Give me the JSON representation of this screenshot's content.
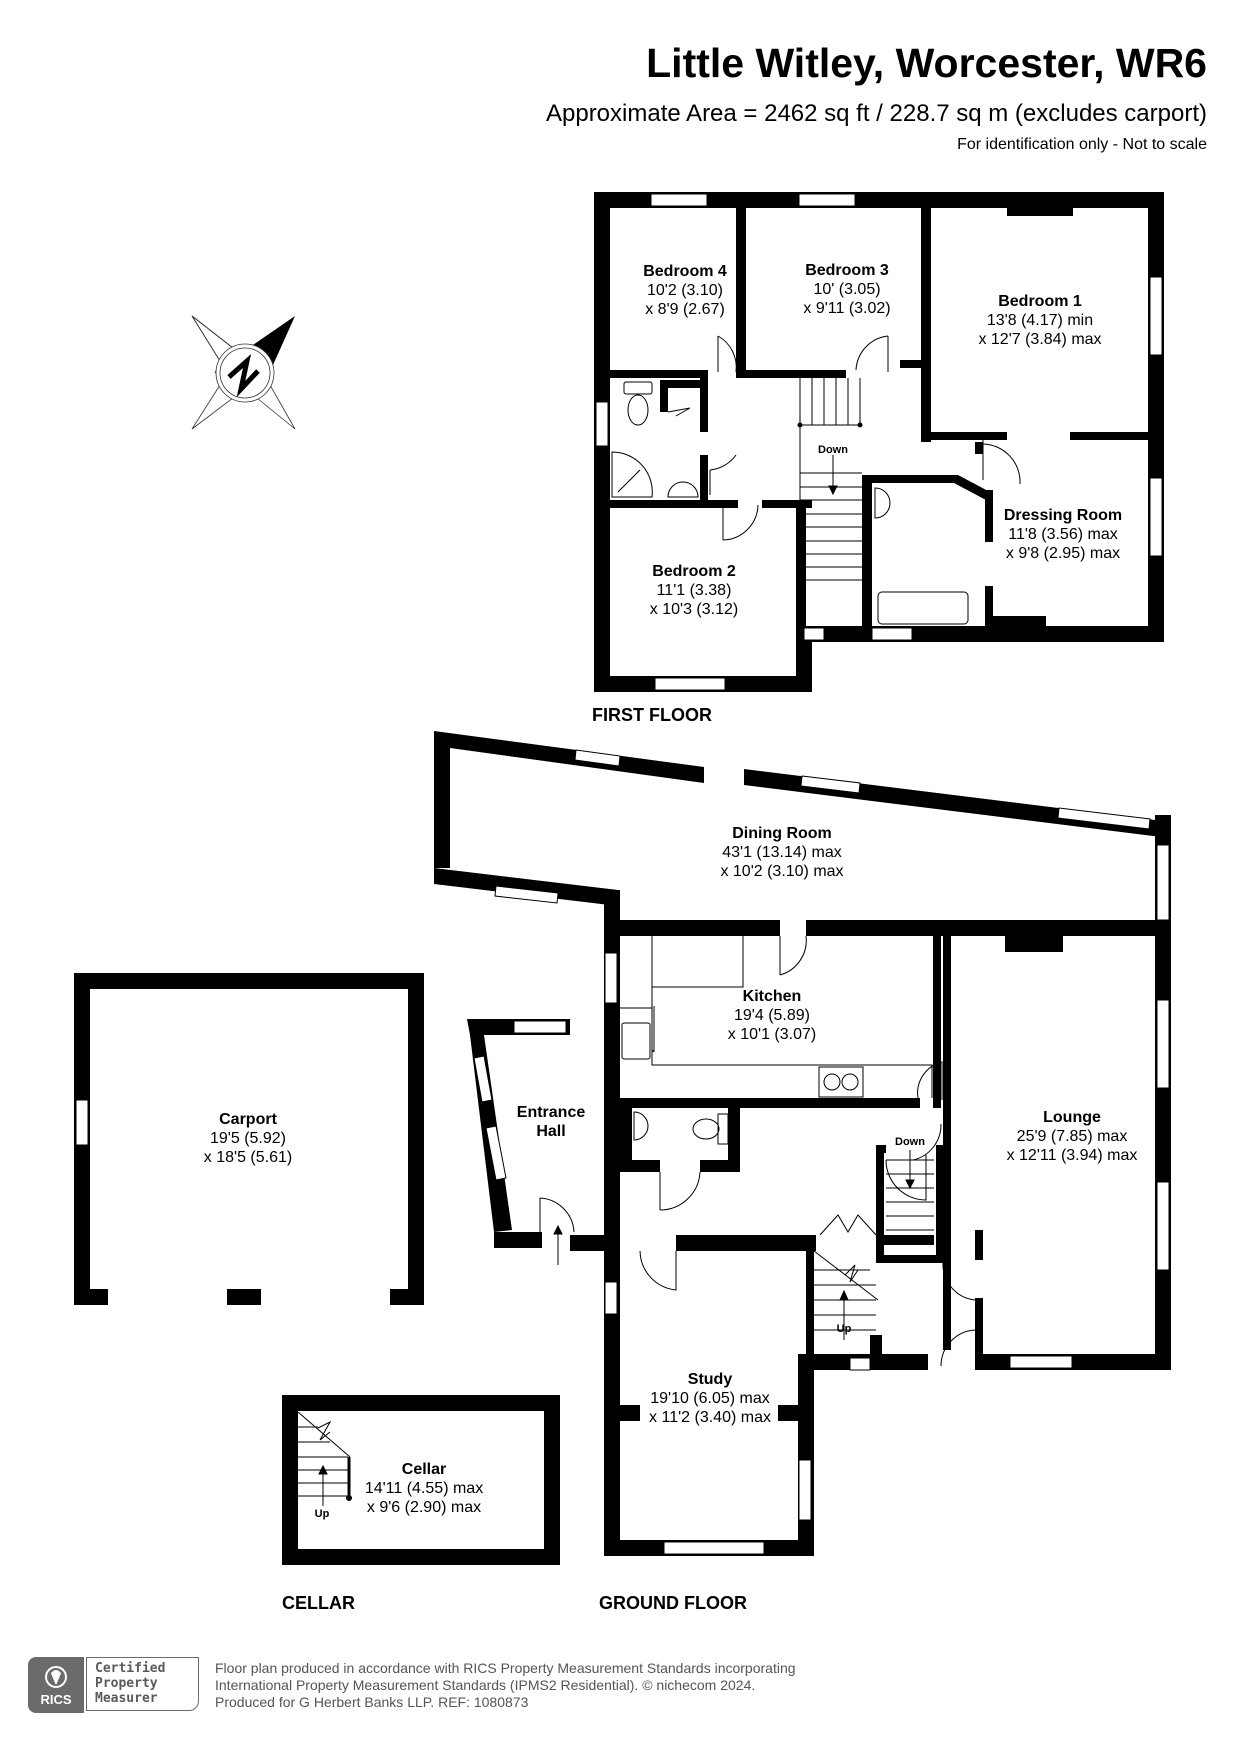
{
  "header": {
    "title": "Little Witley, Worcester, WR6",
    "area": "Approximate Area = 2462 sq ft / 228.7 sq m (excludes carport)",
    "disclaimer": "For identification only - Not to scale"
  },
  "compass": {
    "icon": "north-compass-icon",
    "label": "N"
  },
  "floors": {
    "first": {
      "label": "FIRST FLOOR",
      "rooms": [
        {
          "name": "Bedroom 4",
          "dim1": "10'2 (3.10)",
          "dim2": "x 8'9 (2.67)"
        },
        {
          "name": "Bedroom 3",
          "dim1": "10' (3.05)",
          "dim2": "x 9'11 (3.02)"
        },
        {
          "name": "Bedroom 1",
          "dim1": "13'8 (4.17) min",
          "dim2": "x 12'7 (3.84) max"
        },
        {
          "name": "Bedroom 2",
          "dim1": "11'1 (3.38)",
          "dim2": "x 10'3 (3.12)"
        },
        {
          "name": "Dressing Room",
          "dim1": "11'8 (3.56) max",
          "dim2": "x 9'8 (2.95) max"
        }
      ],
      "stairs": {
        "label": "Down"
      }
    },
    "ground": {
      "label": "GROUND FLOOR",
      "rooms": [
        {
          "name": "Dining Room",
          "dim1": "43'1 (13.14) max",
          "dim2": "x 10'2 (3.10) max"
        },
        {
          "name": "Kitchen",
          "dim1": "19'4 (5.89)",
          "dim2": "x 10'1 (3.07)"
        },
        {
          "name": "Entrance",
          "dim1": "Hall",
          "dim2": ""
        },
        {
          "name": "Lounge",
          "dim1": "25'9 (7.85) max",
          "dim2": "x 12'11 (3.94) max"
        },
        {
          "name": "Study",
          "dim1": "19'10 (6.05) max",
          "dim2": "x 11'2 (3.40) max"
        },
        {
          "name": "Carport",
          "dim1": "19'5 (5.92)",
          "dim2": "x 18'5 (5.61)"
        }
      ],
      "stairs_down": "Down",
      "stairs_up": "Up"
    },
    "cellar": {
      "label": "CELLAR",
      "rooms": [
        {
          "name": "Cellar",
          "dim1": "14'11 (4.55) max",
          "dim2": "x 9'6 (2.90) max"
        }
      ],
      "stairs_up": "Up"
    }
  },
  "footer": {
    "badge_short": "RICS",
    "badge_lines": [
      "Certified",
      "Property",
      "Measurer"
    ],
    "lines": [
      "Floor plan produced in accordance with RICS Property Measurement Standards incorporating",
      "International Property Measurement Standards (IPMS2 Residential).   © nichecom 2024.",
      "Produced for G Herbert Banks LLP.   REF:  1080873"
    ]
  },
  "colors": {
    "wall": "#000000",
    "background": "#ffffff",
    "footer_text": "#555555",
    "badge": "#6b6b6b"
  }
}
